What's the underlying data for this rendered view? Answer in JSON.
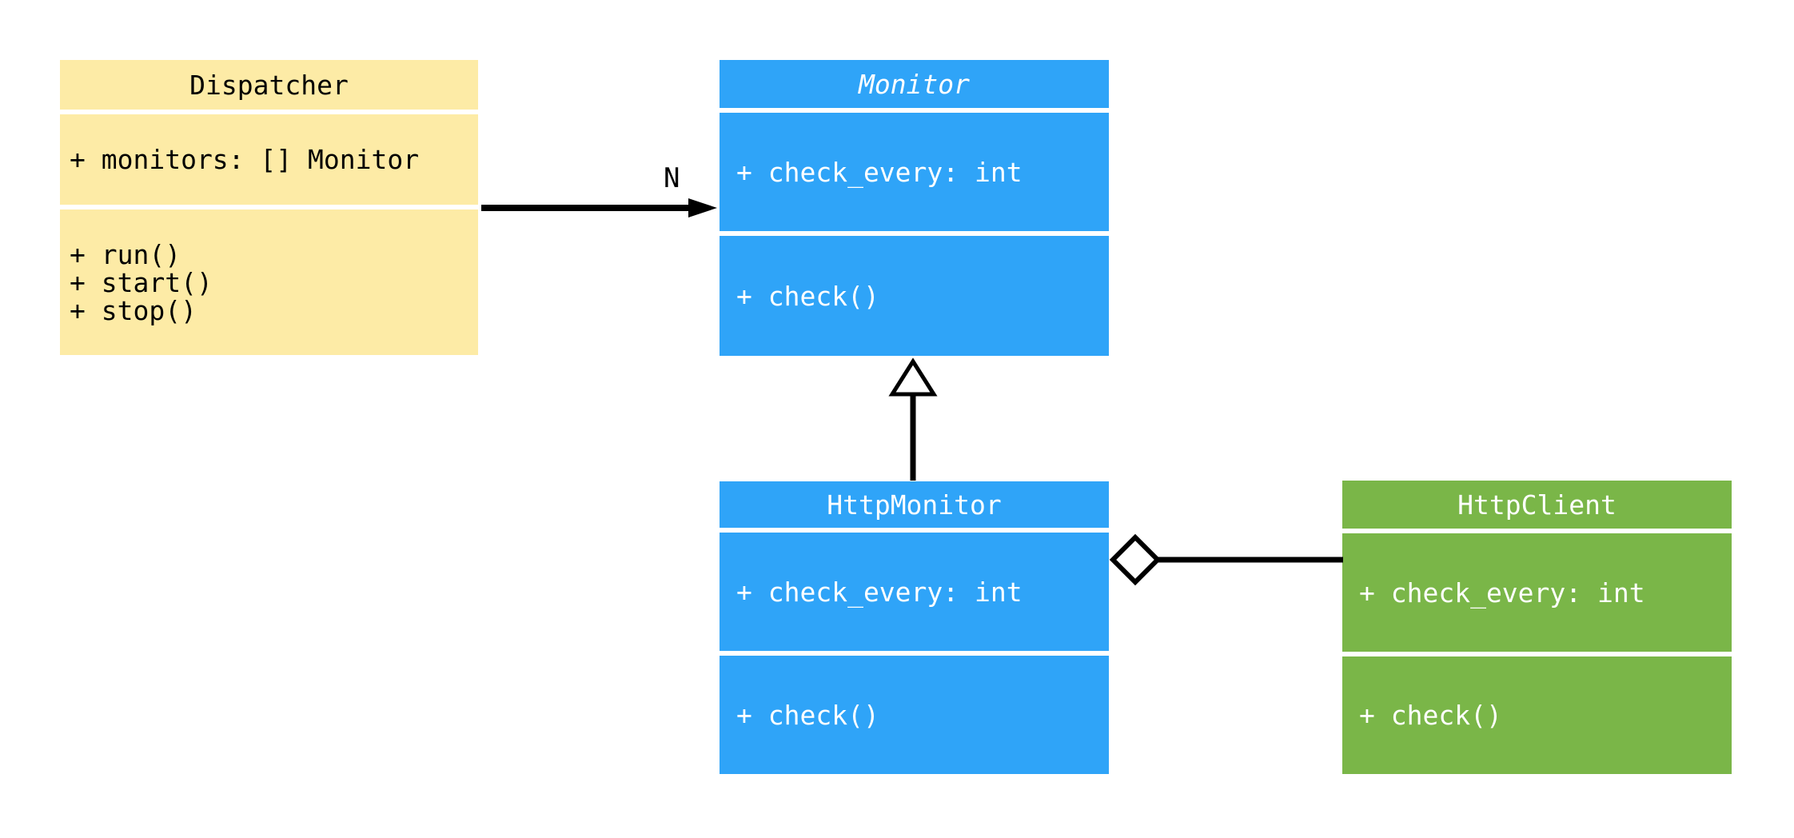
{
  "diagram": {
    "kind": "uml-class-diagram",
    "background_color": "#FFFFFF",
    "line_color": "#000000",
    "classes": [
      {
        "name": "Dispatcher",
        "abstract": false,
        "fill_color": "#FDEBA6",
        "text_color": "#000000",
        "attributes": [
          "+ monitors: [] Monitor"
        ],
        "methods": [
          "+ run()",
          "+ start()",
          "+ stop()"
        ]
      },
      {
        "name": "Monitor",
        "abstract": true,
        "fill_color": "#2FA4F8",
        "text_color": "#FFFFFF",
        "attributes": [
          "+ check_every: int"
        ],
        "methods": [
          "+ check()"
        ]
      },
      {
        "name": "HttpMonitor",
        "abstract": false,
        "fill_color": "#2FA4F8",
        "text_color": "#FFFFFF",
        "attributes": [
          "+ check_every: int"
        ],
        "methods": [
          "+ check()"
        ]
      },
      {
        "name": "HttpClient",
        "abstract": false,
        "fill_color": "#7AB648",
        "text_color": "#FFFFFF",
        "attributes": [
          "+ check_every: int"
        ],
        "methods": [
          "+ check()"
        ]
      }
    ],
    "relationships": [
      {
        "type": "association",
        "from": "Dispatcher",
        "to": "Monitor",
        "label": "N",
        "marker": "filled-arrowhead"
      },
      {
        "type": "inheritance",
        "from": "HttpMonitor",
        "to": "Monitor",
        "label": "",
        "marker": "hollow-triangle"
      },
      {
        "type": "aggregation",
        "from": "HttpMonitor",
        "to": "HttpClient",
        "label": "",
        "marker": "hollow-diamond"
      }
    ]
  }
}
